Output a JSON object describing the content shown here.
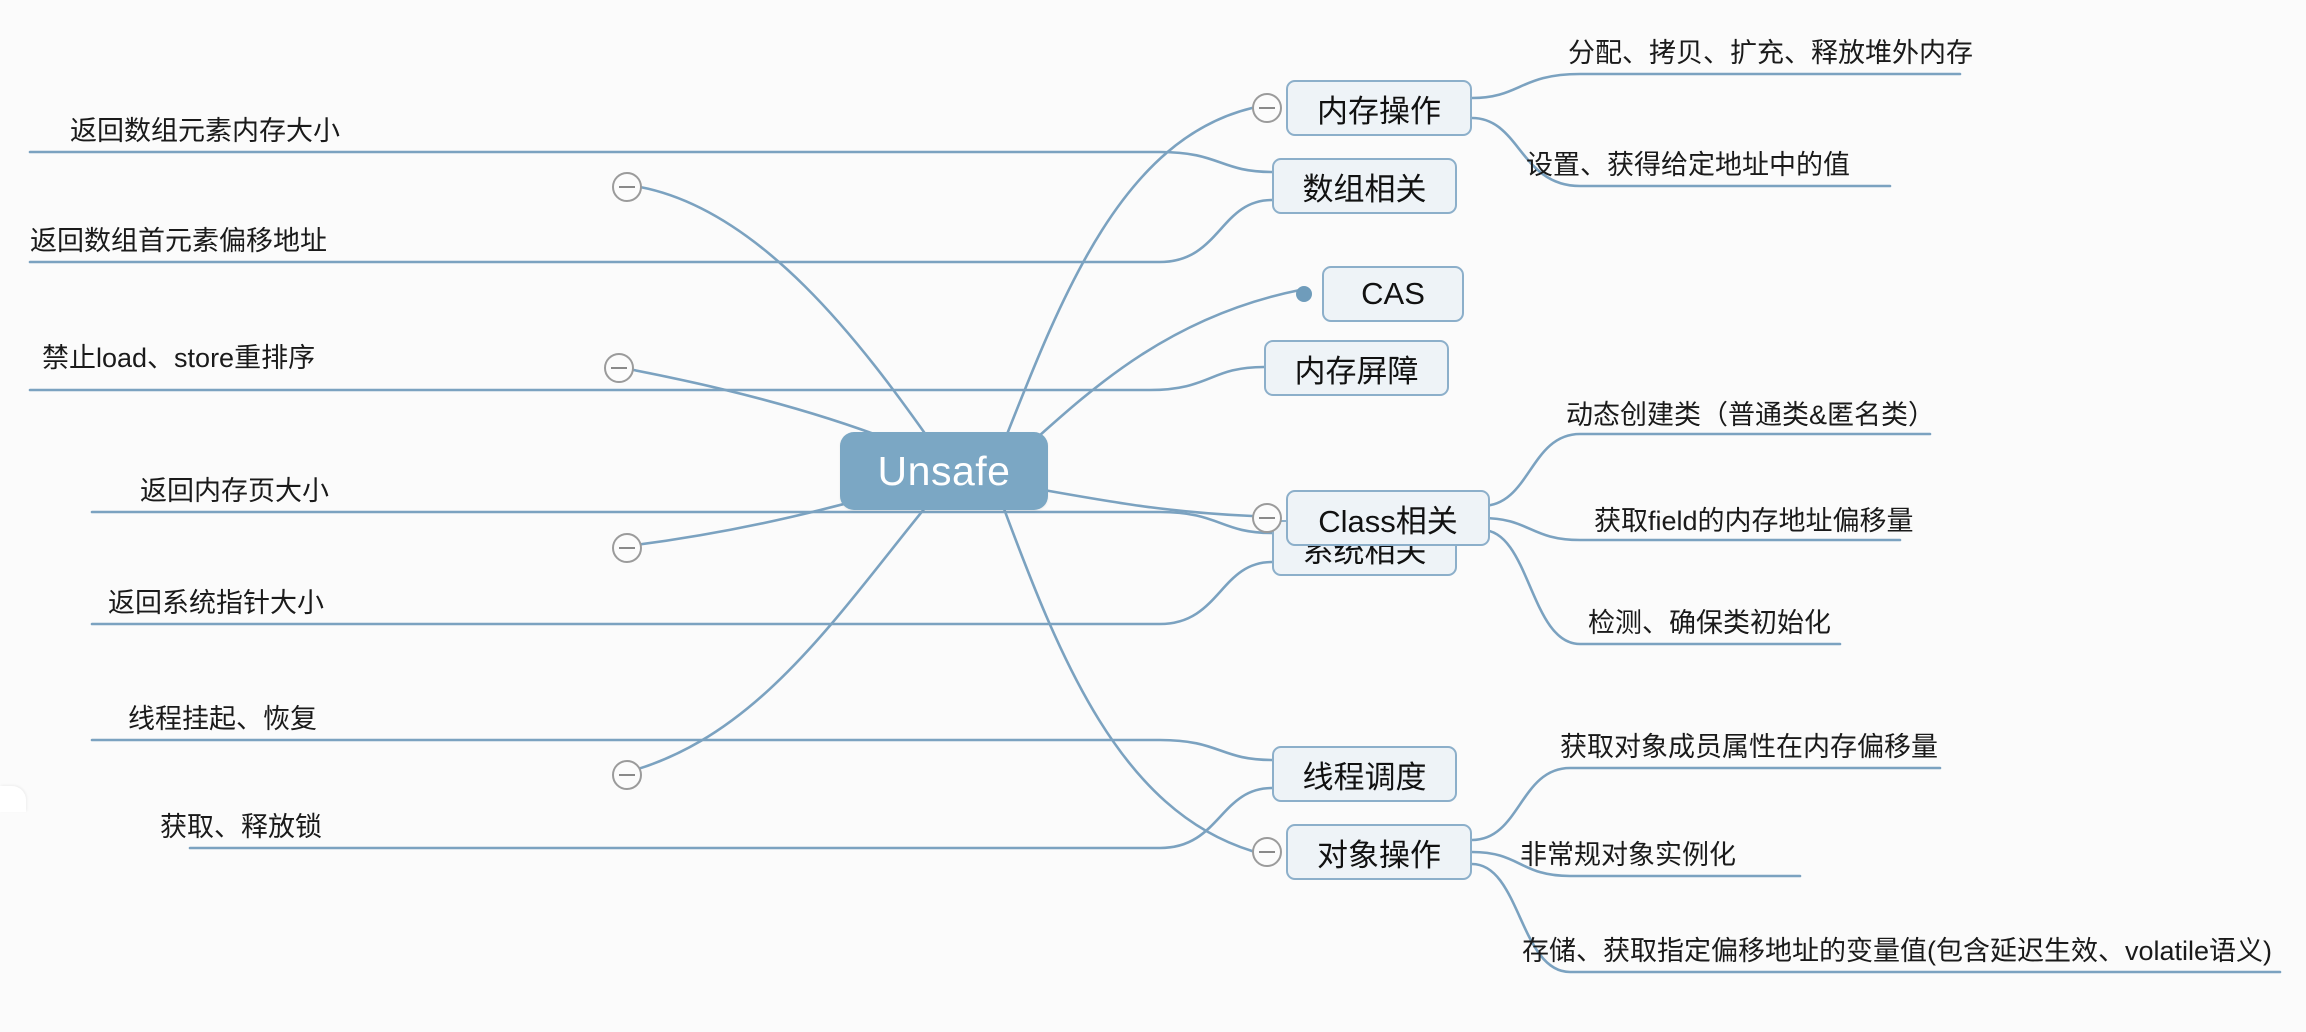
{
  "canvas": {
    "background": "#fbfbfb",
    "edge_color": "#7ba2c0",
    "root_fill": "#7ba7c4",
    "branch_fill": "#eef3f7",
    "branch_border": "#8cafca",
    "toggle_border": "#9b9b9b"
  },
  "root": {
    "label": "Unsafe"
  },
  "branches": {
    "array": {
      "label": "数组相关",
      "collapse_icon": "minus-circle-icon",
      "leaves": [
        {
          "label": "返回数组元素内存大小"
        },
        {
          "label": "返回数组首元素偏移地址"
        }
      ]
    },
    "memory_barrier": {
      "label": "内存屏障",
      "collapse_icon": "minus-circle-icon",
      "leaves": [
        {
          "label": "禁止load、store重排序"
        }
      ]
    },
    "system": {
      "label": "系统相关",
      "collapse_icon": "minus-circle-icon",
      "leaves": [
        {
          "label": "返回内存页大小"
        },
        {
          "label": "返回系统指针大小"
        }
      ]
    },
    "thread_schedule": {
      "label": "线程调度",
      "collapse_icon": "minus-circle-icon",
      "leaves": [
        {
          "label": "线程挂起、恢复"
        },
        {
          "label": "获取、释放锁"
        }
      ]
    },
    "memory_ops": {
      "label": "内存操作",
      "collapse_icon": "minus-circle-icon",
      "leaves": [
        {
          "label": "分配、拷贝、扩充、释放堆外内存"
        },
        {
          "label": "设置、获得给定地址中的值"
        }
      ]
    },
    "cas": {
      "label": "CAS",
      "bullet_icon": "filled-dot-icon",
      "leaves": []
    },
    "class_related": {
      "label": "Class相关",
      "collapse_icon": "minus-circle-icon",
      "leaves": [
        {
          "label": "动态创建类（普通类&匿名类）"
        },
        {
          "label": "获取field的内存地址偏移量"
        },
        {
          "label": "检测、确保类初始化"
        }
      ]
    },
    "object_ops": {
      "label": "对象操作",
      "collapse_icon": "minus-circle-icon",
      "leaves": [
        {
          "label": "获取对象成员属性在内存偏移量"
        },
        {
          "label": "非常规对象实例化"
        },
        {
          "label": "存储、获取指定偏移地址的变量值(包含延迟生效、volatile语义)"
        }
      ]
    }
  }
}
